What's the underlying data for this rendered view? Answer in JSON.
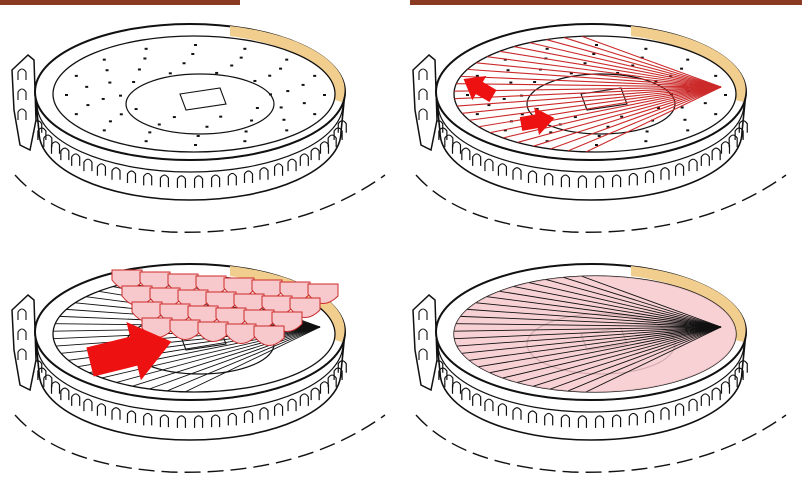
{
  "figure": {
    "panels": [
      {
        "stage": 1,
        "roof": "none",
        "arrows": 0
      },
      {
        "stage": 2,
        "roof": "radial-cables",
        "arrows": 2
      },
      {
        "stage": 3,
        "roof": "membrane-unfolding",
        "arrows": 1
      },
      {
        "stage": 4,
        "roof": "membrane-closed",
        "arrows": 0
      }
    ],
    "colors": {
      "line": "#111111",
      "arena_fill": "#ffffff",
      "cable": "#cc2a2a",
      "membrane": "#f7c9cc",
      "arrow": "#ee1111",
      "sand_edge": "#f1ce8e",
      "photo_strip": "#8a3a22"
    }
  }
}
